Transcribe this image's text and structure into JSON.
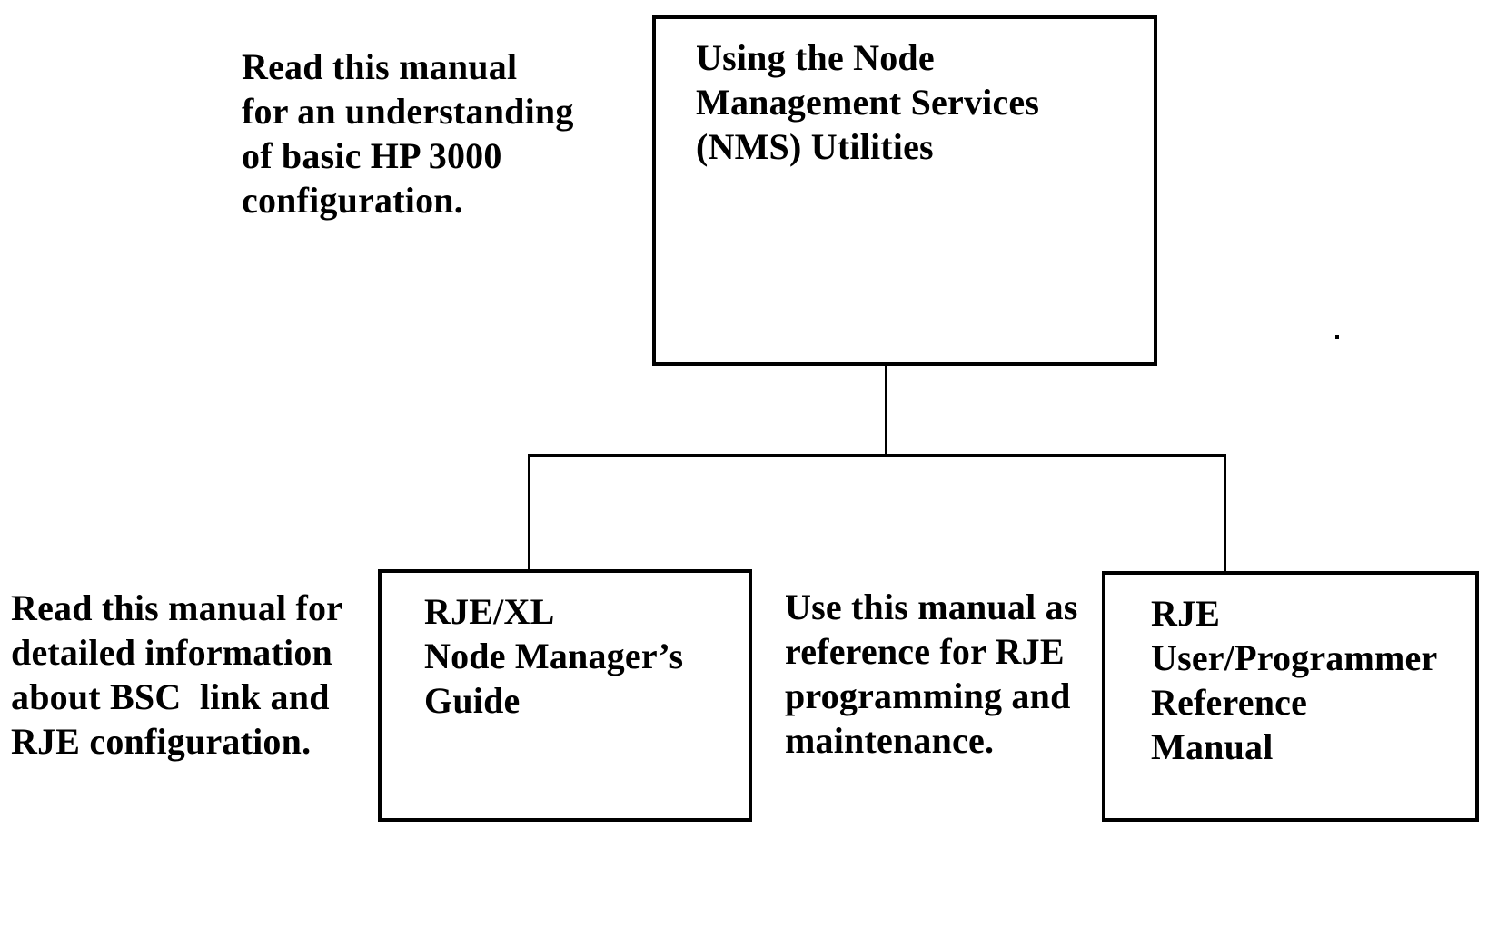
{
  "page": {
    "background_color": "#ffffff",
    "ink_color": "#000000"
  },
  "diagram": {
    "top_box": {
      "title_lines": [
        "Using the Node",
        "Management Services",
        "(NMS) Utilities"
      ]
    },
    "left_box": {
      "title_lines": [
        "RJE/XL",
        "Node Manager’s",
        "Guide"
      ]
    },
    "right_box": {
      "title_lines": [
        "RJE",
        "User/Programmer",
        "Reference",
        "Manual"
      ]
    },
    "notes": {
      "top_left_lines": [
        "Read this manual",
        "for an understanding",
        "of basic HP 3000",
        "configuration."
      ],
      "bottom_left_lines": [
        "Read this manual for",
        "detailed information",
        "about BSC  link and",
        "RJE configuration."
      ],
      "middle_lines": [
        "Use this manual as",
        "reference for RJE",
        "programming and",
        "maintenance."
      ]
    }
  }
}
